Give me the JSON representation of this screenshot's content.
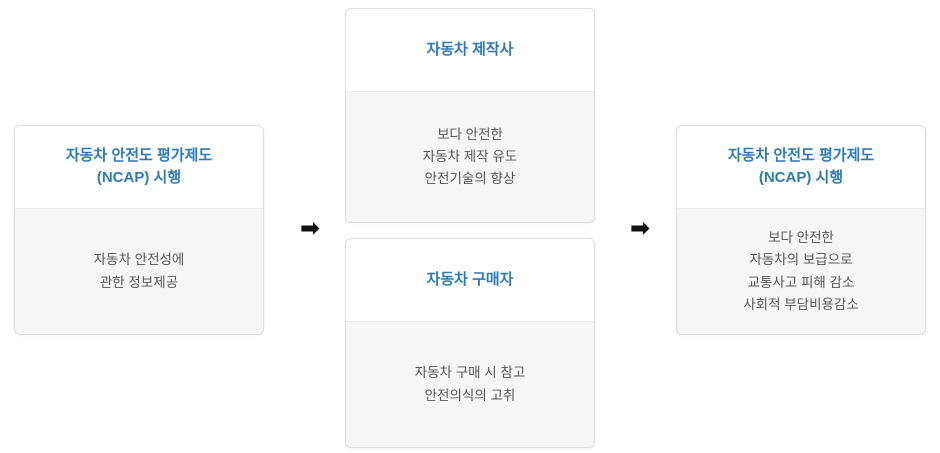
{
  "colors": {
    "title_blue": "#2e7ab8",
    "body_background": "#f6f6f6",
    "box_border": "#dddddd",
    "body_text": "#555555",
    "arrow": "#111111"
  },
  "icons": {
    "arrow_right": "➡"
  },
  "boxes": {
    "left": {
      "title": "자동차 안전도 평가제도\n(NCAP) 시행",
      "body": "자동차 안전성에\n관한 정보제공"
    },
    "maker": {
      "title": "자동차 제작사",
      "body": "보다 안전한\n자동차 제작 유도\n안전기술의 향상"
    },
    "buyer": {
      "title": "자동차 구매자",
      "body": "자동차 구매 시 참고\n안전의식의 고취"
    },
    "result": {
      "title": "자동차 안전도 평가제도\n(NCAP) 시행",
      "body": "보다 안전한\n자동차의 보급으로\n교통사고 피해 감소\n사회적 부담비용감소"
    }
  }
}
